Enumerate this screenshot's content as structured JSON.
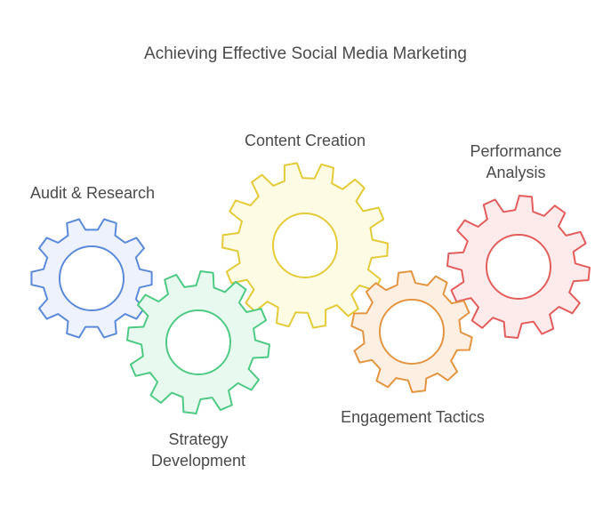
{
  "title": "Achieving Effective Social Media Marketing",
  "gears": [
    {
      "id": "audit",
      "label_lines": [
        "Audit & Research"
      ],
      "fill": "#eef2fd",
      "stroke": "#5b8ad9"
    },
    {
      "id": "strategy",
      "label_lines": [
        "Strategy",
        "Development"
      ],
      "fill": "#e8faf0",
      "stroke": "#4fca84"
    },
    {
      "id": "content",
      "label_lines": [
        "Content Creation"
      ],
      "fill": "#fdfbe3",
      "stroke": "#e3cb3a"
    },
    {
      "id": "engagement",
      "label_lines": [
        "Engagement Tactics"
      ],
      "fill": "#fdf0e3",
      "stroke": "#e39541"
    },
    {
      "id": "performance",
      "label_lines": [
        "Performance",
        "Analysis"
      ],
      "fill": "#fdeaea",
      "stroke": "#e35d5d"
    }
  ]
}
